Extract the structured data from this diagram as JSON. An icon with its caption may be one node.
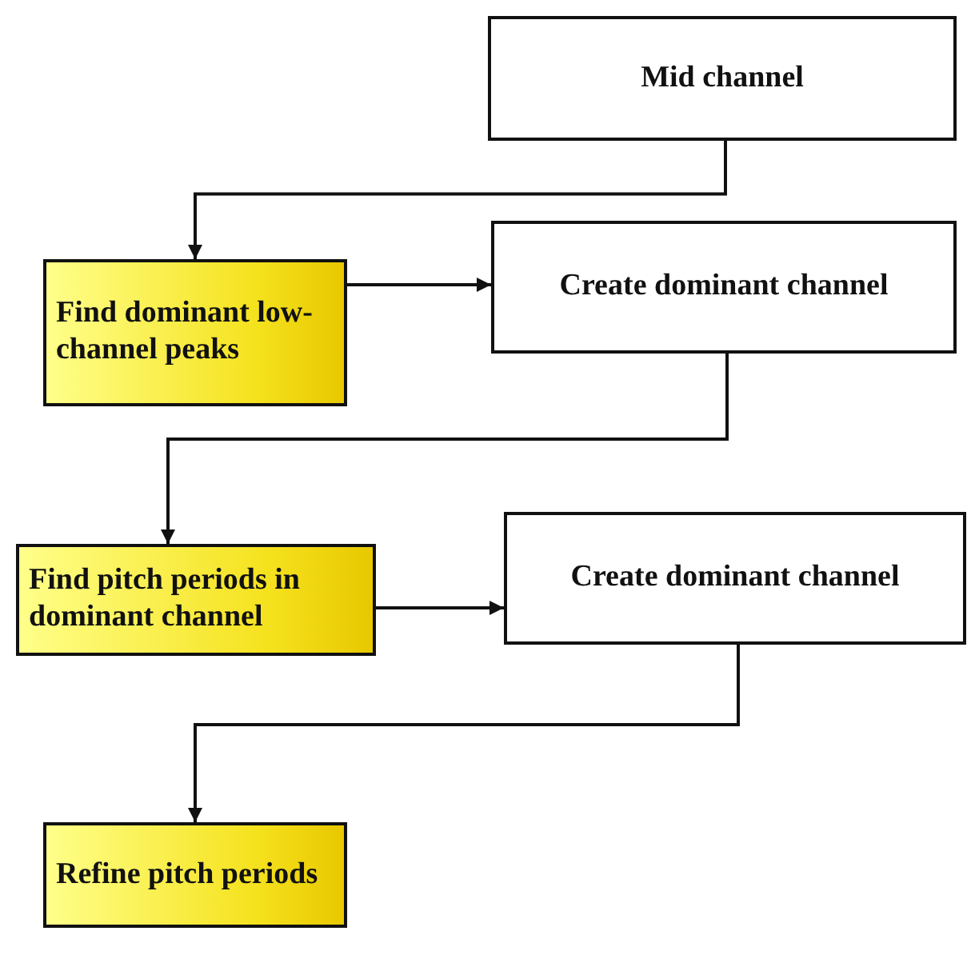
{
  "diagram": {
    "nodes": [
      {
        "text": [
          "Mid channel"
        ]
      },
      {
        "text": [
          "Find dominant low-channel peaks"
        ]
      },
      {
        "text": [
          "Create dominant channel"
        ]
      },
      {
        "text": [
          "Find pitch periods in dominant channel"
        ]
      },
      {
        "text": [
          "Create dominant channel"
        ]
      },
      {
        "text": [
          "Refine pitch periods"
        ]
      }
    ],
    "edges": [
      {
        "from": 0,
        "to": 1,
        "arrow": "to"
      },
      {
        "from": 1,
        "to": 2,
        "arrow": "to"
      },
      {
        "from": 2,
        "to": 3,
        "arrow": "to"
      },
      {
        "from": 3,
        "to": 4,
        "arrow": "to"
      },
      {
        "from": 4,
        "to": 5,
        "arrow": "to"
      }
    ]
  }
}
